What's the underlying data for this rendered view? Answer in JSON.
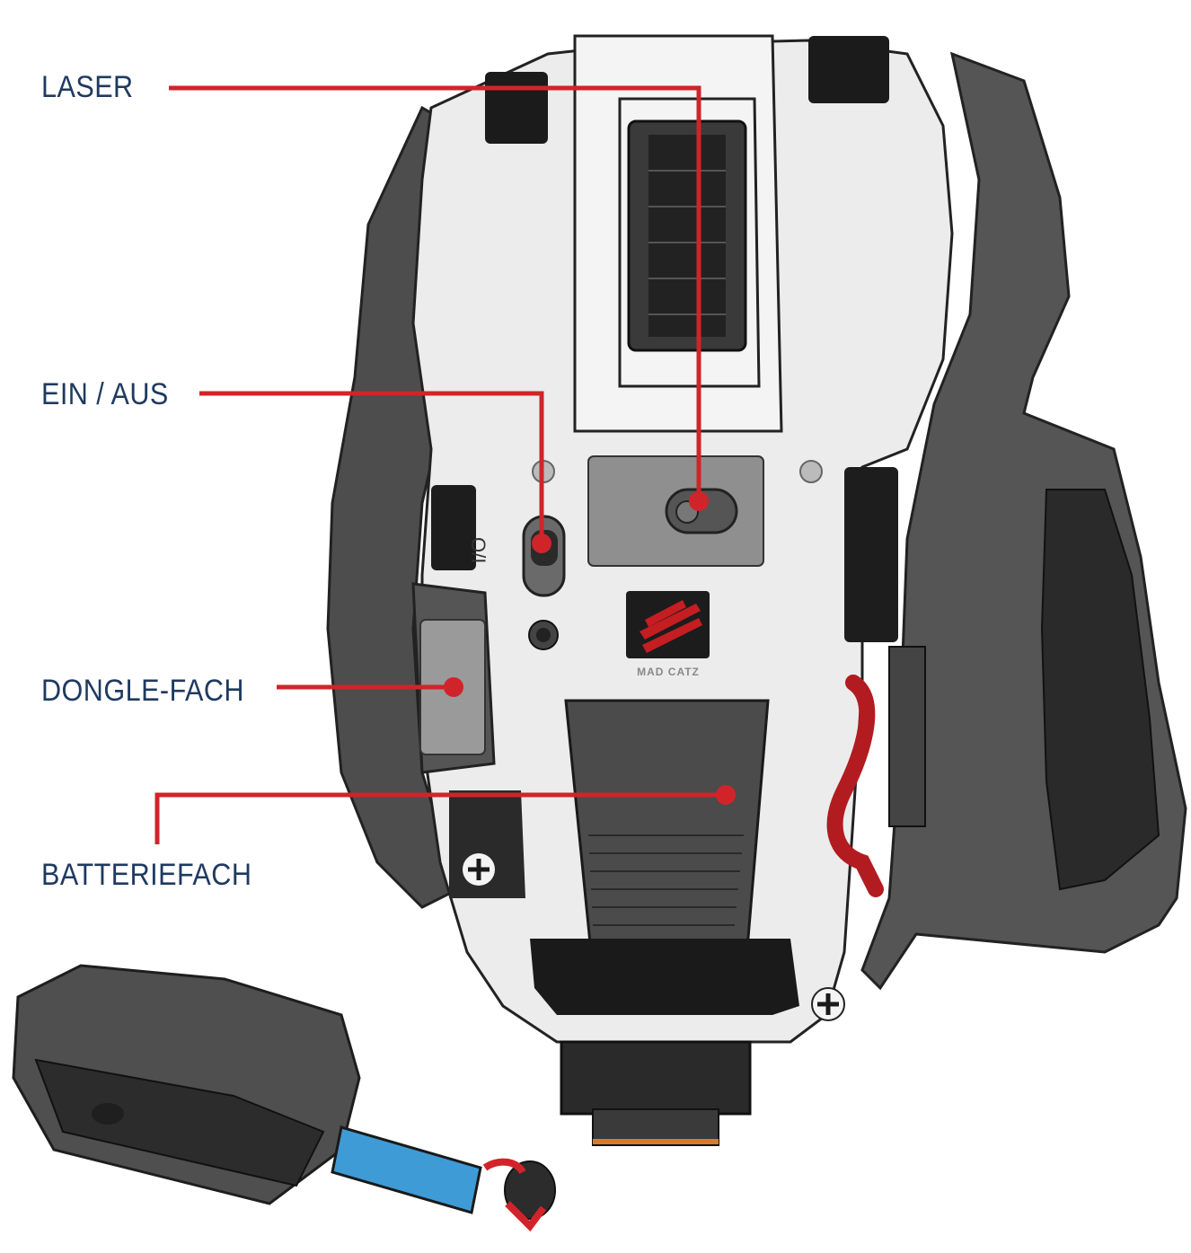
{
  "labels": {
    "laser": "LASER",
    "ein_aus": "EIN / AUS",
    "dongle_fach": "DONGLE-FACH",
    "batteriefach": "BATTERIEFACH"
  },
  "logo": {
    "text": "MAD CATZ"
  },
  "switch_marking": "O/I",
  "colors": {
    "label_text": "#1f3a60",
    "callout_line": "#d0242a",
    "body_dark": "#4a4a4a",
    "body_light": "#ececec",
    "battery_blue": "#3f9bd6",
    "cable_red": "#c41d22"
  }
}
